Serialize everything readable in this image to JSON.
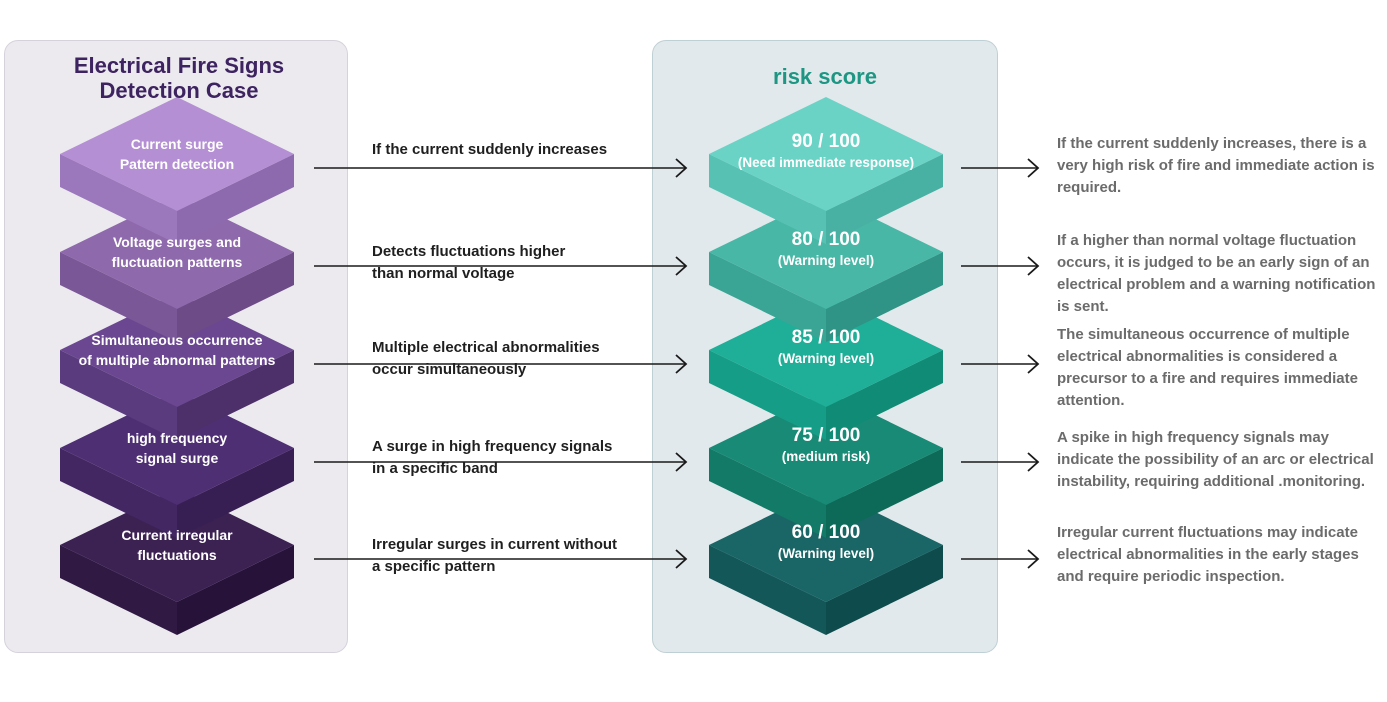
{
  "left_title": "Electrical Fire Signs\nDetection Case",
  "right_title": "risk score",
  "colors": {
    "left_tiles": [
      [
        "#b48fd3",
        "#9b77bb",
        "#8d69ad"
      ],
      [
        "#8e69ac",
        "#7a5796",
        "#6c4b87"
      ],
      [
        "#6a4790",
        "#5a3b7d",
        "#4d3069"
      ],
      [
        "#4f2f74",
        "#432762",
        "#381f53"
      ],
      [
        "#3c2153",
        "#301a44",
        "#27133a"
      ]
    ],
    "right_tiles": [
      [
        "#6ad3c6",
        "#57c2b4",
        "#49b1a3"
      ],
      [
        "#49b7a6",
        "#3ba595",
        "#2f9485"
      ],
      [
        "#1fae97",
        "#169d87",
        "#0f8b76"
      ],
      [
        "#198a75",
        "#137a67",
        "#0d6a59"
      ],
      [
        "#1a6566",
        "#135758",
        "#0e4b4c"
      ]
    ]
  },
  "rows": [
    {
      "case": "Current surge\nPattern detection",
      "condition": "If the current suddenly increases",
      "score": "90 / 100",
      "level": "(Need immediate response)",
      "description": "If the current suddenly increases, there is a very high risk of fire and immediate action is required."
    },
    {
      "case": "Voltage surges and\nfluctuation patterns",
      "condition": "Detects fluctuations higher\nthan normal voltage",
      "score": "80 / 100",
      "level": "(Warning level)",
      "description": "If a higher than normal voltage fluctuation occurs, it is judged to be an early sign of an electrical problem and a warning notification is sent."
    },
    {
      "case": "Simultaneous occurrence\nof multiple abnormal patterns",
      "condition": "Multiple electrical abnormalities\noccur simultaneously",
      "score": "85 / 100",
      "level": "(Warning level)",
      "description": "The simultaneous occurrence of multiple electrical abnormalities is considered a precursor to a fire and requires immediate attention."
    },
    {
      "case": "high frequency\nsignal surge",
      "condition": "A surge in high frequency signals\nin a specific band",
      "score": "75 / 100",
      "level": "(medium risk)",
      "description": "A spike in high frequency signals may indicate the possibility of an arc or electrical instability, requiring additional .monitoring."
    },
    {
      "case": "Current irregular\nfluctuations",
      "condition": "Irregular surges in current without\na specific pattern",
      "score": "60 / 100",
      "level": "(Warning level)",
      "description": "Irregular current fluctuations may indicate electrical abnormalities in the early stages and require periodic inspection."
    }
  ]
}
